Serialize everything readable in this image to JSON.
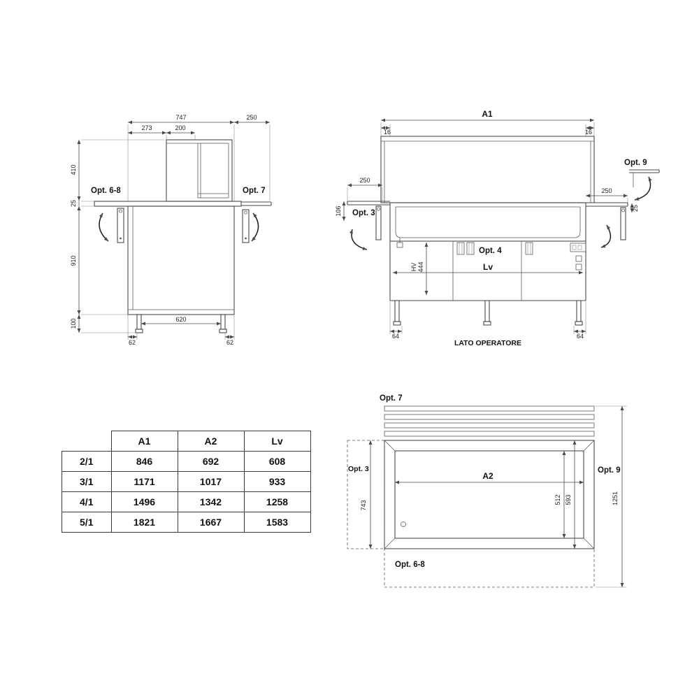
{
  "side_view": {
    "dims": {
      "top_width": "747",
      "top_right": "250",
      "sub_left": "273",
      "sub_mid": "200",
      "case_height": "410",
      "top_thickness": "25",
      "body_height": "910",
      "leg_height": "100",
      "leg_span": "620",
      "leg_offset_left": "62",
      "leg_offset_right": "62"
    },
    "labels": {
      "opt_left": "Opt. 6-8",
      "opt_right": "Opt. 7"
    }
  },
  "front_view": {
    "dims": {
      "total_width": "A1",
      "inset_left": "16",
      "inset_right": "16",
      "shelf_left": "250",
      "shelf_right": "250",
      "shelf_drop": "106",
      "flap_offset": "25",
      "hv": "HV",
      "hv_value": "444",
      "useful_width": "Lv",
      "leg_offset_left": "64",
      "leg_offset_right": "64"
    },
    "labels": {
      "opt3": "Opt. 3",
      "opt4": "Opt. 4",
      "opt9": "Opt. 9",
      "operator_side": "LATO OPERATORE"
    }
  },
  "top_view": {
    "dims": {
      "a2": "A2",
      "depth": "743",
      "basin_depth": "512",
      "inner_depth": "593",
      "total_depth": "1251"
    },
    "labels": {
      "opt7": "Opt. 7",
      "opt3": "Opt. 3",
      "opt9": "Opt. 9",
      "opt68": "Opt. 6-8"
    }
  },
  "size_table": {
    "headers": [
      "A1",
      "A2",
      "Lv"
    ],
    "rows": [
      {
        "model": "2/1",
        "values": [
          "846",
          "692",
          "608"
        ]
      },
      {
        "model": "3/1",
        "values": [
          "1171",
          "1017",
          "933"
        ]
      },
      {
        "model": "4/1",
        "values": [
          "1496",
          "1342",
          "1258"
        ]
      },
      {
        "model": "5/1",
        "values": [
          "1821",
          "1667",
          "1583"
        ]
      }
    ]
  }
}
